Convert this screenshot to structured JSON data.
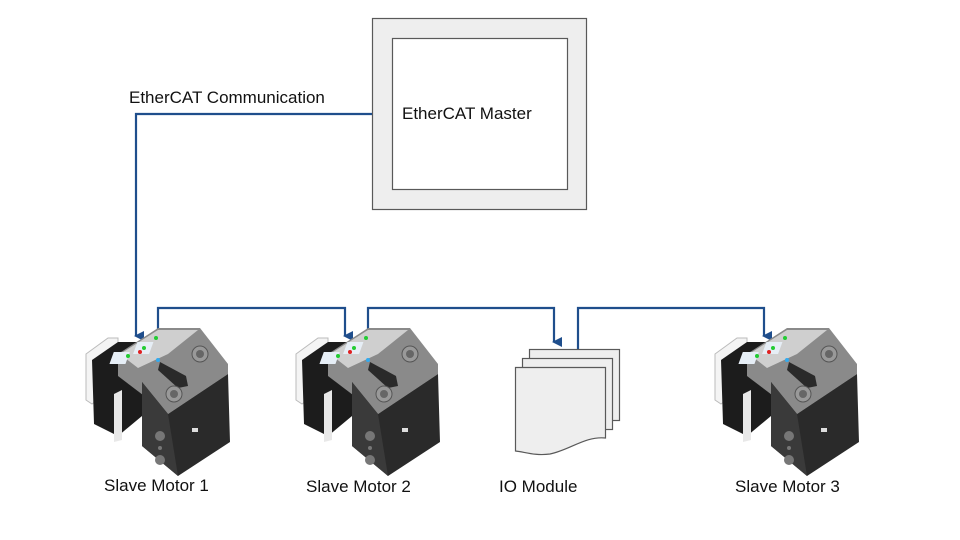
{
  "diagram": {
    "master": {
      "label": "EtherCAT Master"
    },
    "link_label": "EtherCAT Communication",
    "devices": [
      {
        "id": "motor1",
        "type": "motor",
        "label": "Slave Motor 1"
      },
      {
        "id": "motor2",
        "type": "motor",
        "label": "Slave Motor 2"
      },
      {
        "id": "io",
        "type": "io-module",
        "label": "IO Module"
      },
      {
        "id": "motor3",
        "type": "motor",
        "label": "Slave Motor 3"
      }
    ],
    "connections": [
      {
        "from": "master",
        "to": "motor1"
      },
      {
        "from": "motor1",
        "to": "motor2"
      },
      {
        "from": "motor2",
        "to": "io"
      },
      {
        "from": "io",
        "to": "motor3"
      }
    ],
    "colors": {
      "link": "#1f4e8c",
      "box_fill": "#eeeeee",
      "box_stroke": "#595959"
    }
  }
}
